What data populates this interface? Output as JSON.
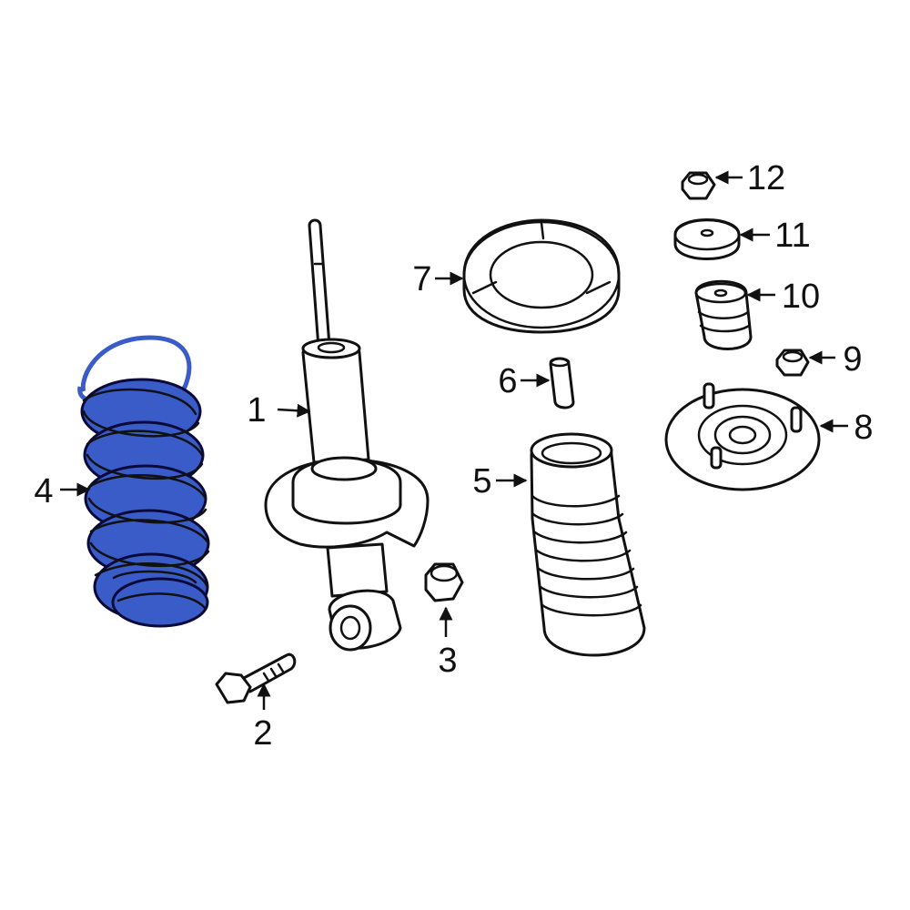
{
  "highlight_color": "#3a5cc8",
  "callouts": [
    {
      "id": "1",
      "label": "1"
    },
    {
      "id": "2",
      "label": "2"
    },
    {
      "id": "3",
      "label": "3"
    },
    {
      "id": "4",
      "label": "4"
    },
    {
      "id": "5",
      "label": "5"
    },
    {
      "id": "6",
      "label": "6"
    },
    {
      "id": "7",
      "label": "7"
    },
    {
      "id": "8",
      "label": "8"
    },
    {
      "id": "9",
      "label": "9"
    },
    {
      "id": "10",
      "label": "10"
    },
    {
      "id": "11",
      "label": "11"
    },
    {
      "id": "12",
      "label": "12"
    }
  ],
  "highlighted_part": "4"
}
